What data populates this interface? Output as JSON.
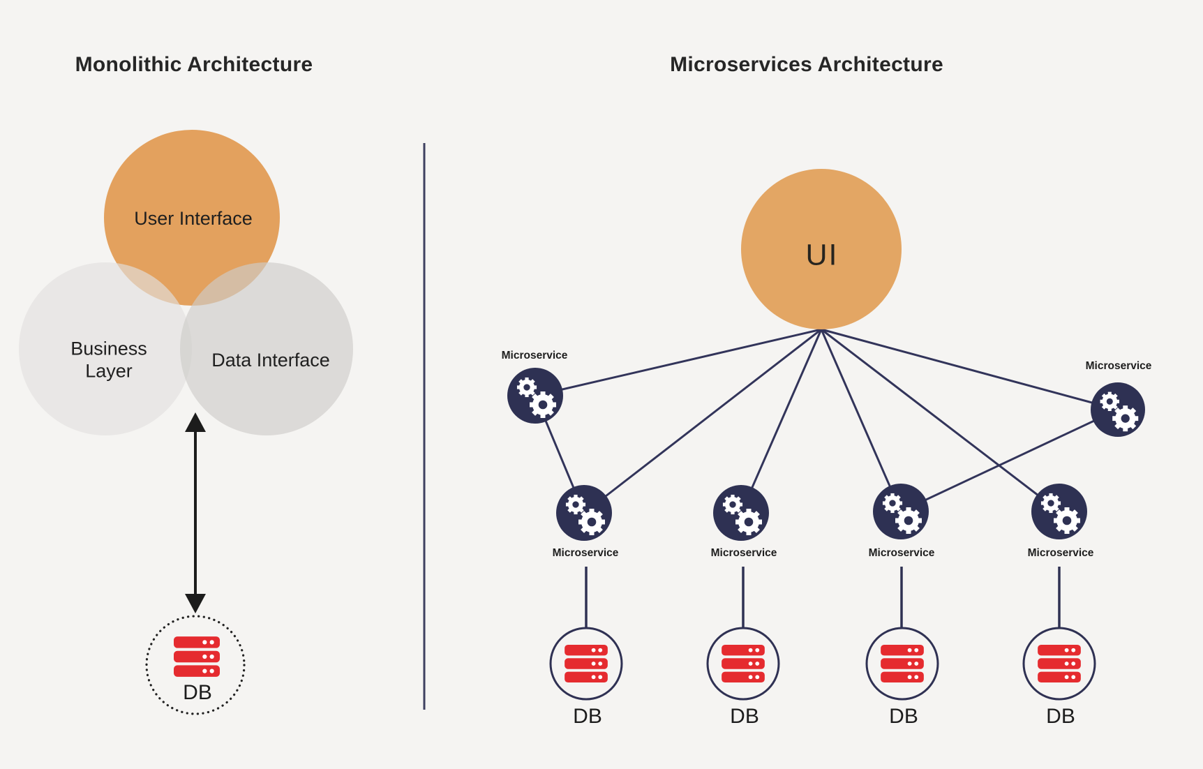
{
  "colors": {
    "background": "#F5F4F2",
    "accent_orange": "#E3A664",
    "node_navy": "#2E3153",
    "edge_line": "#32345A",
    "db_red": "#E52B2F",
    "gray_circle_light": "#E2E1DE",
    "gray_circle_dark": "#CECDC9",
    "text_dark": "#262626"
  },
  "monolith": {
    "title": "Monolithic Architecture",
    "layers": [
      {
        "id": "user-interface",
        "label": "User Interface"
      },
      {
        "id": "business-layer",
        "label": "Business Layer"
      },
      {
        "id": "data-interface",
        "label": "Data Interface"
      }
    ],
    "database": {
      "label": "DB"
    }
  },
  "microservices": {
    "title": "Microservices Architecture",
    "ui": {
      "label": "UI"
    },
    "nodes": [
      {
        "id": "ms-top-left",
        "label": "Microservice"
      },
      {
        "id": "ms-top-right",
        "label": "Microservice"
      },
      {
        "id": "ms-bottom-1",
        "label": "Microservice"
      },
      {
        "id": "ms-bottom-2",
        "label": "Microservice"
      },
      {
        "id": "ms-bottom-3",
        "label": "Microservice"
      },
      {
        "id": "ms-bottom-4",
        "label": "Microservice"
      }
    ],
    "databases": [
      {
        "label": "DB"
      },
      {
        "label": "DB"
      },
      {
        "label": "DB"
      },
      {
        "label": "DB"
      }
    ]
  }
}
